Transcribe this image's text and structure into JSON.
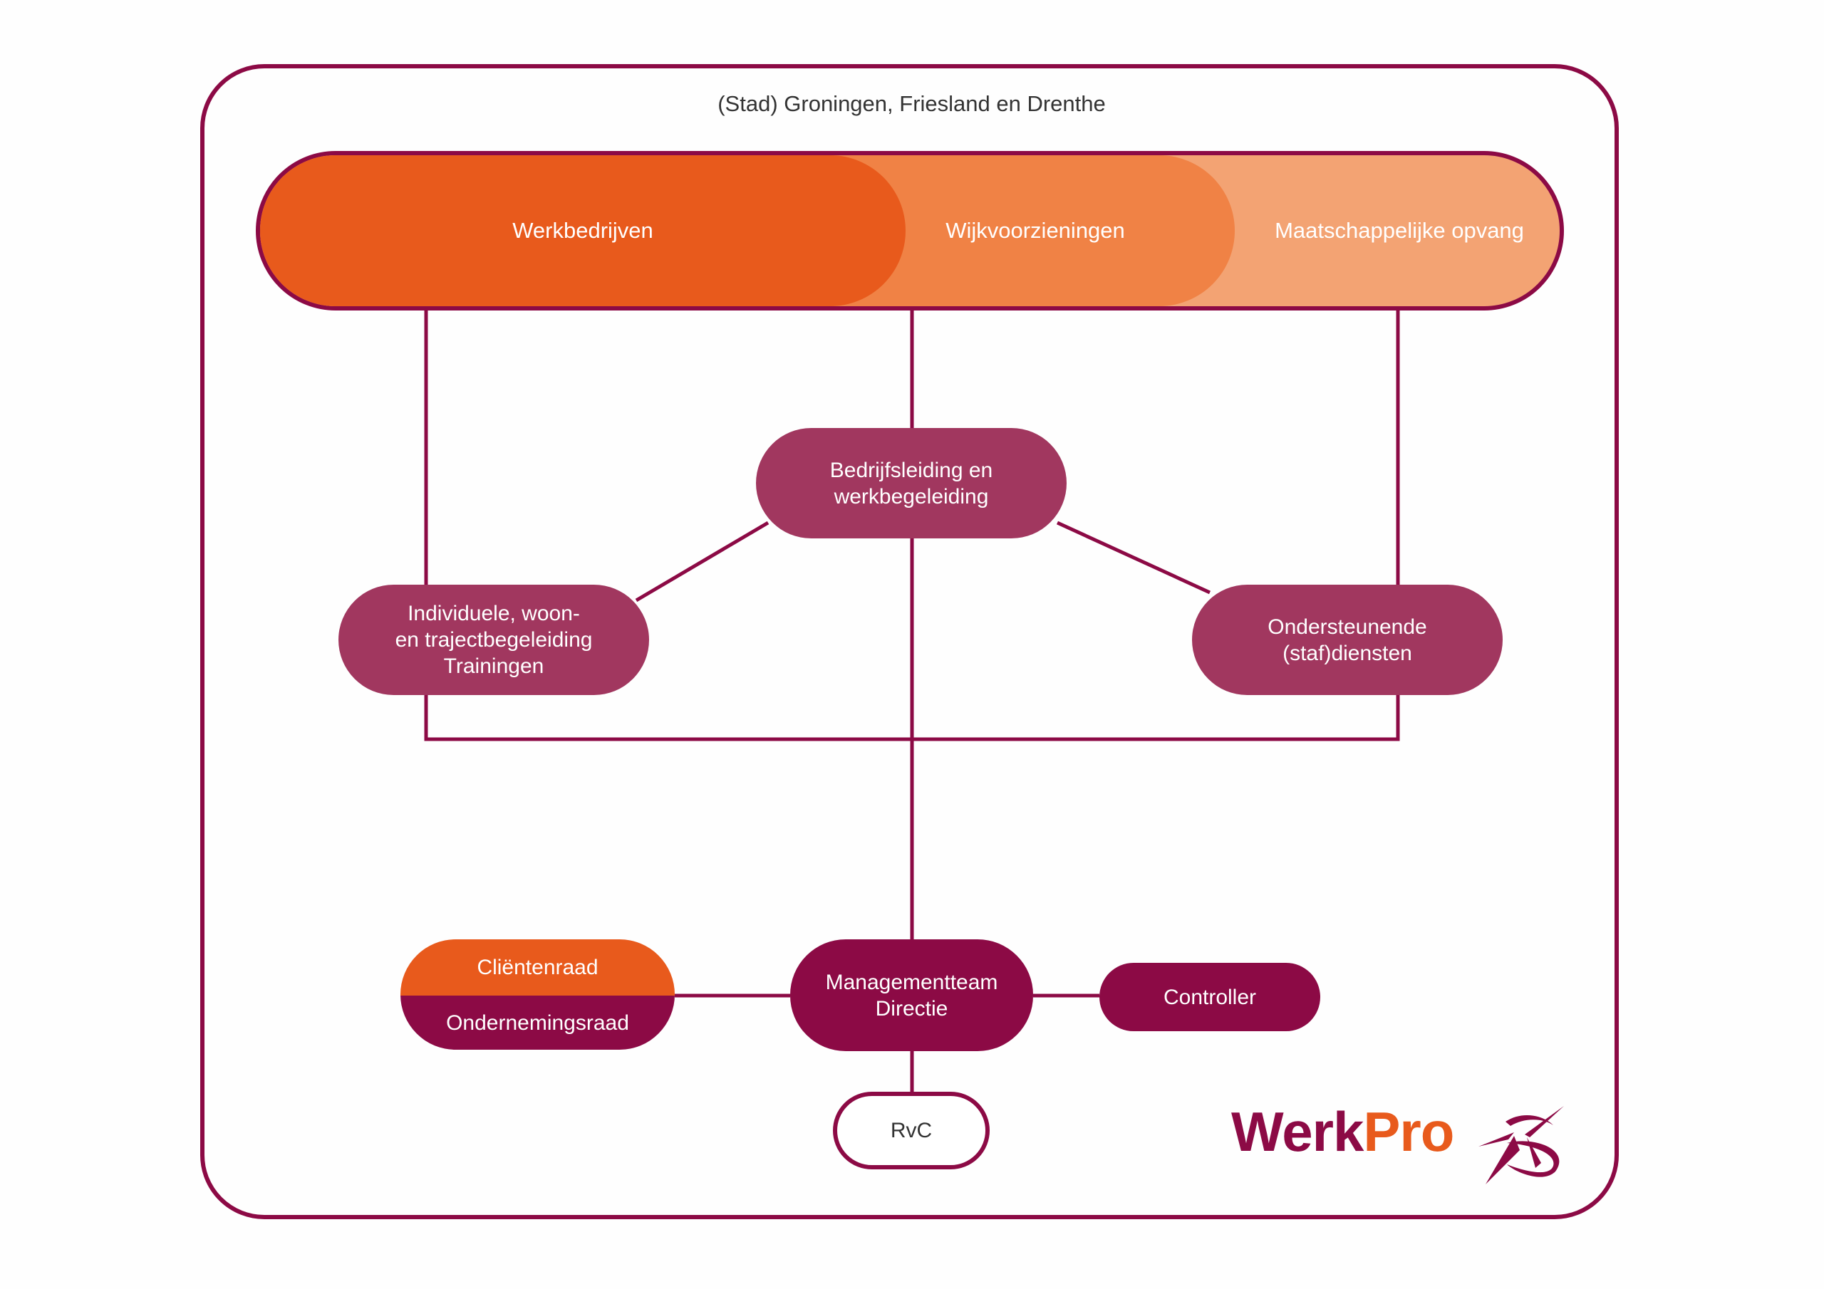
{
  "region_title": "(Stad) Groningen, Friesland en Drenthe",
  "top_segments": [
    {
      "label": "Werkbedrijven",
      "color": "#e85a1c"
    },
    {
      "label": "Wijkvoorzieningen",
      "color": "#f08245"
    },
    {
      "label": "Maatschappelijke opvang",
      "color": "#f3a373"
    }
  ],
  "nodes": {
    "bedrijfsleiding": [
      "Bedrijfsleiding en",
      "werkbegeleiding"
    ],
    "individuele": [
      "Individuele, woon-",
      "en trajectbegeleiding",
      "Trainingen"
    ],
    "ondersteunende": [
      "Ondersteunende",
      "(staf)diensten"
    ],
    "clientenraad": "Cliëntenraad",
    "ondernemingsraad": "Ondernemingsraad",
    "management": [
      "Managementteam",
      "Directie"
    ],
    "controller": "Controller",
    "rvc": "RvC"
  },
  "logo": {
    "part1": "Werk",
    "part2": "Pro"
  },
  "colors": {
    "primary": "#8c0a45",
    "orange": "#e85a1c",
    "mid": "#a1375f"
  }
}
